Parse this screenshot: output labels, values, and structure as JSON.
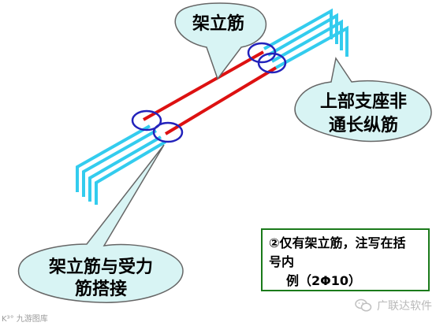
{
  "callouts": {
    "top": "架立筋",
    "right_line1": "上部支座非",
    "right_line2": "通长纵筋",
    "bottom_line1": "架立筋与受力",
    "bottom_line2": "筋搭接"
  },
  "note": {
    "line1": "②仅有架立筋，注写在括",
    "line2": "号内",
    "line3": "例（2Φ10）"
  },
  "watermark": {
    "brand": "广联达软件",
    "corner": "K³° 九游图库"
  },
  "colors": {
    "background": "#ffffff",
    "rebar_cyan": "#33ccee",
    "erection_red": "#dd1111",
    "overlap_circle": "#2222bb",
    "callout_fill": "#d8f4f4",
    "callout_stroke": "#666666",
    "note_border": "#1a7a1a"
  }
}
